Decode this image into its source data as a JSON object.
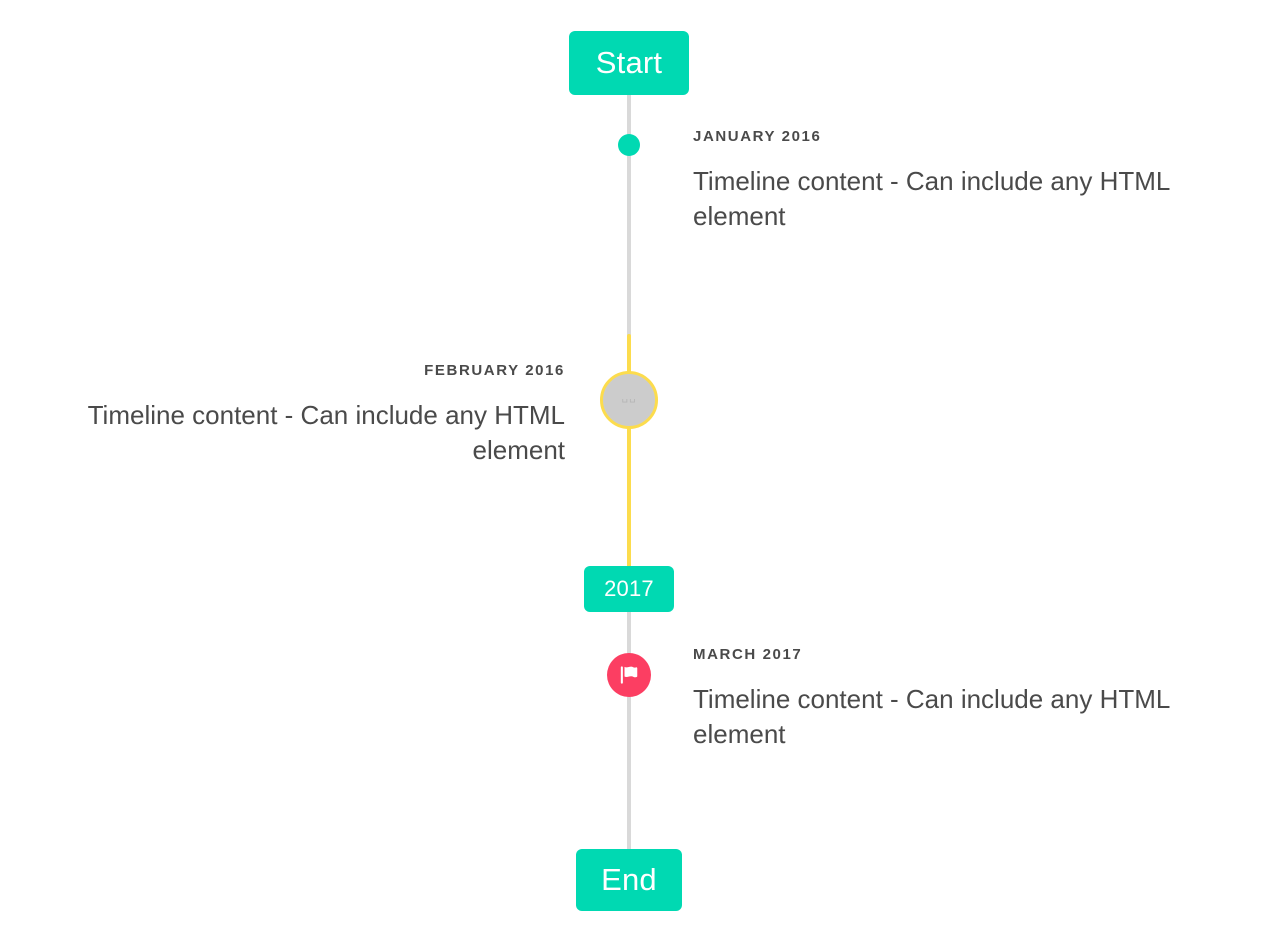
{
  "timeline": {
    "accent_teal": "#00D9B2",
    "accent_yellow": "#FCDC4D",
    "accent_pink": "#FC3E62",
    "line_gray": "#d9d9d9",
    "text_color": "#4a4a4a",
    "start_label": "Start",
    "mid_year_label": "2017",
    "end_label": "End",
    "items": [
      {
        "date": "January 2016",
        "body": "Timeline content - Can include any HTML element",
        "side": "right",
        "marker": "teal-dot"
      },
      {
        "date": "February 2016",
        "body": "Timeline content - Can include any HTML element",
        "side": "left",
        "marker": "gray-ring",
        "marker_glyph": "␣␣"
      },
      {
        "date": "March 2017",
        "body": "Timeline content - Can include any HTML element",
        "side": "right",
        "marker": "pink-flag"
      }
    ]
  }
}
